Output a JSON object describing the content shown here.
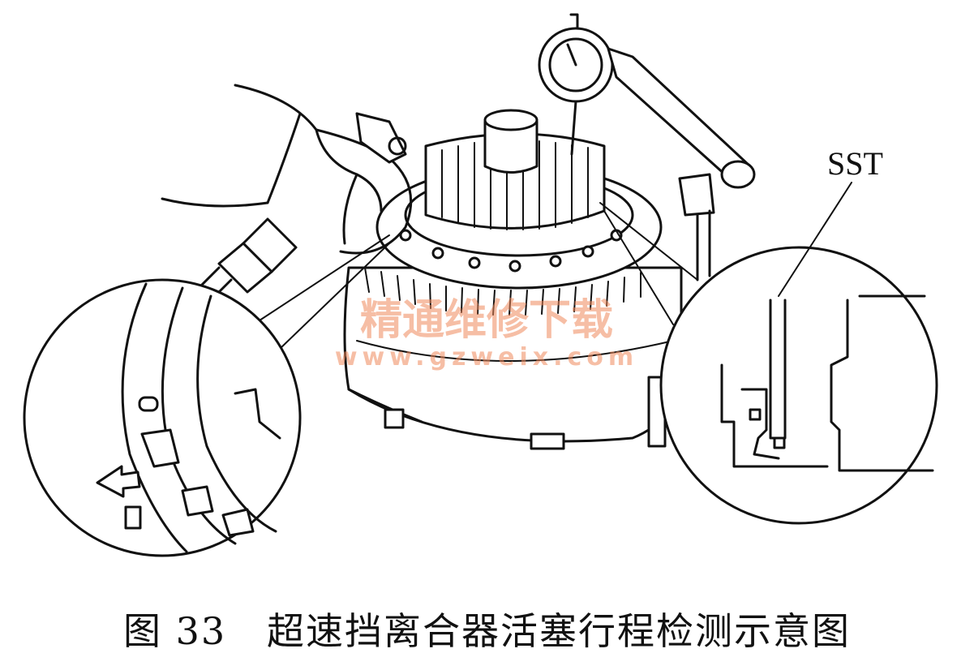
{
  "figure": {
    "callout_label": "SST",
    "caption": "图 33   超速挡离合器活塞行程检测示意图"
  },
  "watermark": {
    "title": "精通维修下载",
    "url": "www.gzweix.com",
    "color": "#f08a5d"
  }
}
